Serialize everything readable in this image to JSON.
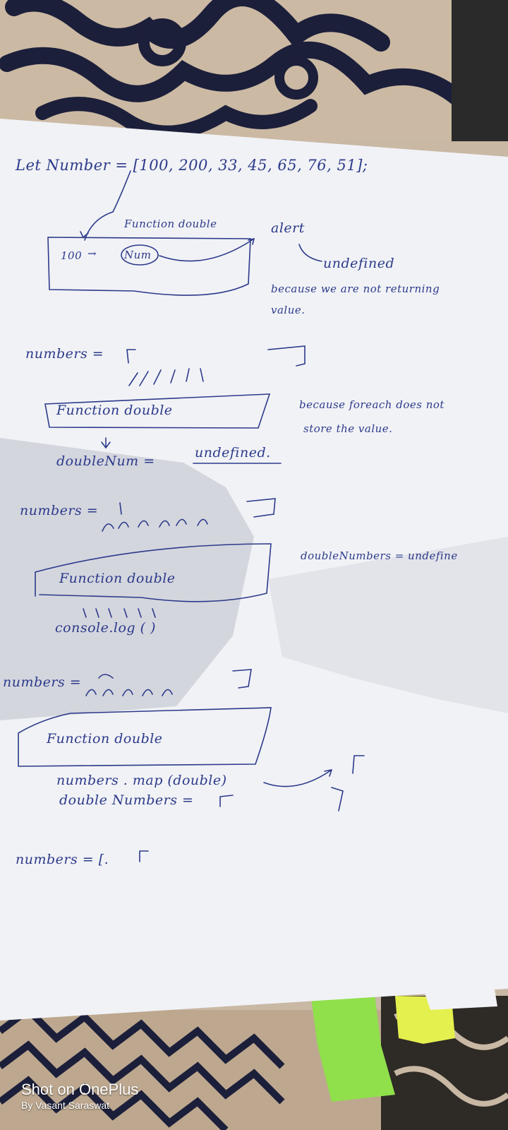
{
  "photo": {
    "colors": {
      "paper": "#f1f2f6",
      "ink": "#2c3a8a",
      "fabric_dark": "#1c1f3a",
      "fabric_light": "#c9b8a4",
      "sticky_green": "#8fe04a",
      "sticky_yellow": "#e4f04e"
    }
  },
  "notes": {
    "line1": "Let Number = [100, 200, 33, 45, 65, 76, 51];",
    "fn_label1": "Function double",
    "alert": "alert",
    "undefined1": "undefined",
    "because1": "because we are not returning",
    "value": "value.",
    "arg_100": "100",
    "arrow1": "→",
    "param_num": "Num",
    "numbers_a": "numbers =",
    "fn_label2": "Function double",
    "because2a": "because foreach does not",
    "because2b": "store the value.",
    "doublenum": "doubleNum =",
    "undefined2": "undefined.",
    "numbers_b": "numbers =",
    "fn_label3": "Function double",
    "doublenumbers_undef": "doubleNumbers = undefine",
    "console": "console.log (  )",
    "numbers_c": "numbers =",
    "fn_label4": "Function double",
    "map_call": "numbers . map (double)",
    "doublenumbers": "double Numbers =",
    "numbers_d": "numbers = [."
  },
  "watermark": {
    "title": "Shot on OnePlus",
    "subtitle": "By Vasant Saraswat"
  }
}
